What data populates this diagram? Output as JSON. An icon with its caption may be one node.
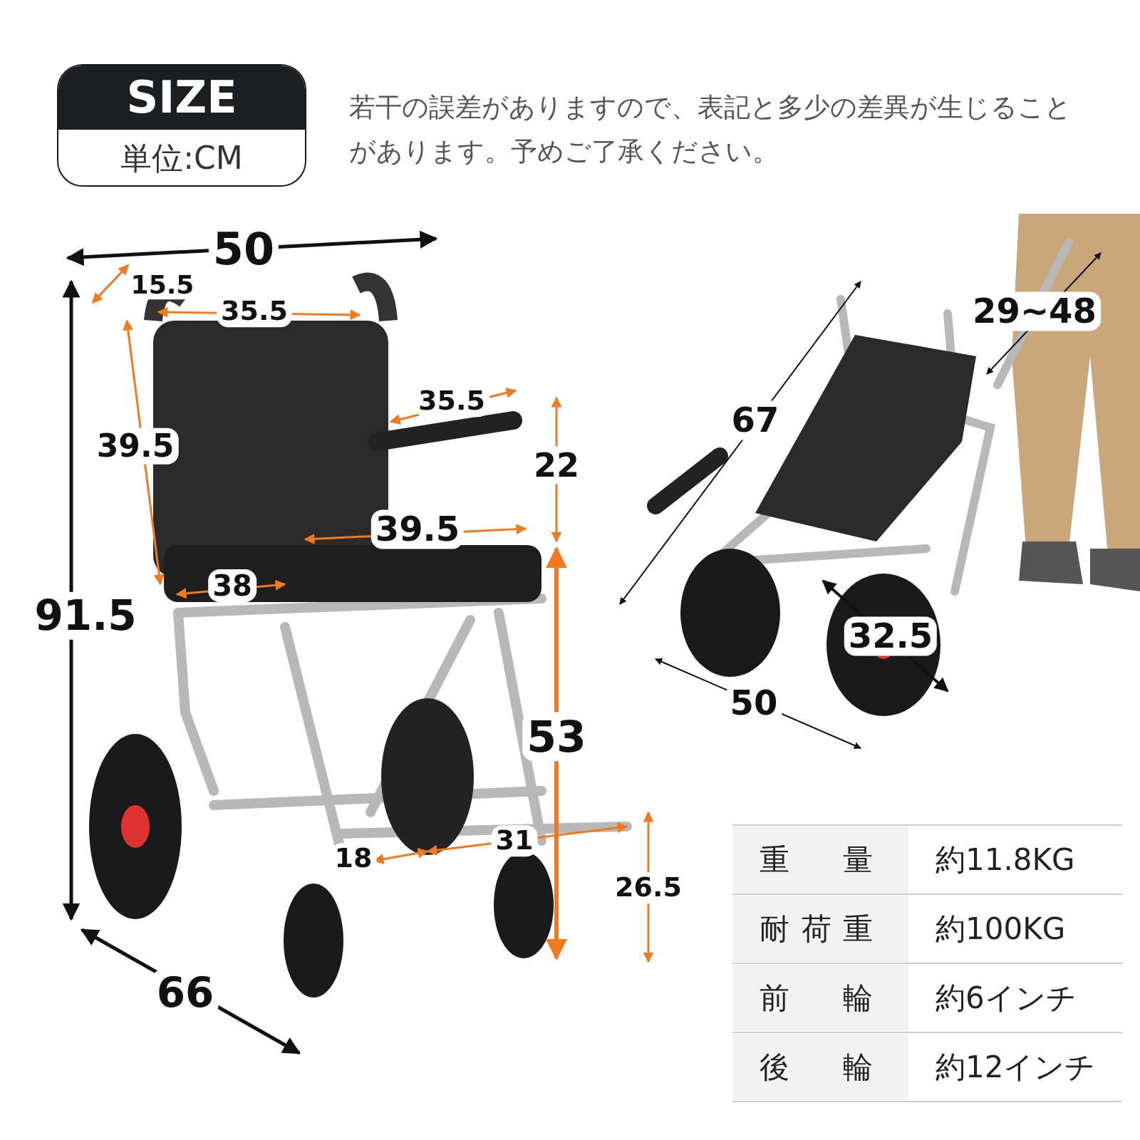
{
  "diagram": {
    "nodes": [
      {
        "text": [
          "SIZE",
          "単位:CM"
        ]
      }
    ],
    "edges": [],
    "labels": [
      "若干の誤差がありますので、表記と多少の差異が生じることがあります。予めご了承ください。",
      "50",
      "15.5",
      "35.5",
      "39.5",
      "35.5",
      "22",
      "39.5",
      "91.5",
      "38",
      "53",
      "18",
      "31",
      "26.5",
      "66",
      "67",
      "29~48",
      "32.5",
      "50",
      "重量",
      "約11.8KG",
      "耐荷重",
      "約100KG",
      "前輪",
      "約6インチ",
      "後輪",
      "約12インチ"
    ]
  }
}
